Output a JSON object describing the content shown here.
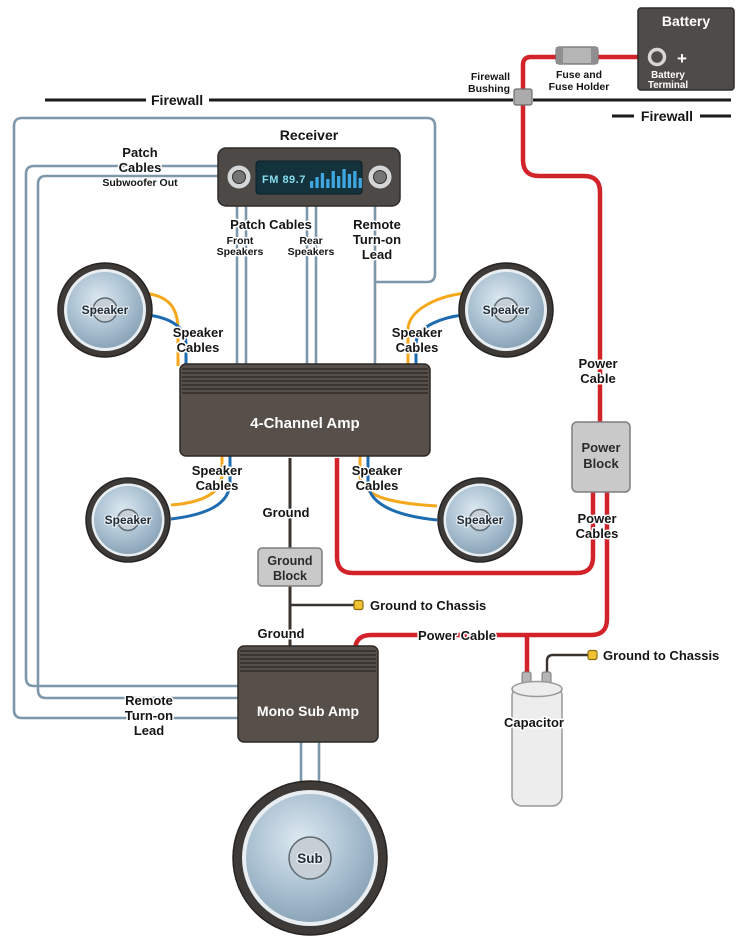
{
  "colors": {
    "power_red": "#d2232a",
    "speaker_yellow": "#f6a81c",
    "speaker_blue": "#1e6cb0",
    "signal_gray": "#7e98ab",
    "ground_black": "#38332f",
    "firewall_black": "#1a1a1a",
    "amp_body": "#57504a",
    "block_gray": "#c9c9c9",
    "battery_box": "#4e4b49",
    "receiver_body": "#4c4947",
    "display_bg": "#14323c",
    "display_text": "#86dcef",
    "eq_bar": "#3fa6df",
    "terminal_yellow": "#f1c232",
    "capacitor_body": "#ededed"
  },
  "labels": {
    "battery_title": "Battery",
    "battery_plus": "+",
    "battery_terminal1": "Battery",
    "battery_terminal2": "Terminal",
    "fuse1": "Fuse and",
    "fuse2": "Fuse Holder",
    "bushing1": "Firewall",
    "bushing2": "Bushing",
    "firewall_left": "Firewall",
    "firewall_right": "Firewall",
    "receiver_title": "Receiver",
    "receiver_display": "FM 89.7",
    "patchsub1": "Patch",
    "patchsub2": "Cables",
    "patchsub3": "Subwoofer Out",
    "patch_title": "Patch Cables",
    "front1": "Front",
    "front2": "Speakers",
    "rear1": "Rear",
    "rear2": "Speakers",
    "remote1": "Remote",
    "remote2": "Turn-on",
    "remote3": "Lead",
    "speaker": "Speaker",
    "spkcab1": "Speaker",
    "spkcab2": "Cables",
    "amp4_title": "4-Channel Amp",
    "pcr1": "Power",
    "pcr2": "Cable",
    "pblock1": "Power",
    "pblock2": "Block",
    "pcables1": "Power",
    "pcables2": "Cables",
    "pcmid": "Power Cable",
    "ground": "Ground",
    "gblock1": "Ground",
    "gblock2": "Block",
    "gchassis": "Ground to Chassis",
    "mono_title": "Mono Sub Amp",
    "capacitor_title": "Capacitor",
    "sub_title": "Sub",
    "remoteb1": "Remote",
    "remoteb2": "Turn-on",
    "remoteb3": "Lead"
  }
}
